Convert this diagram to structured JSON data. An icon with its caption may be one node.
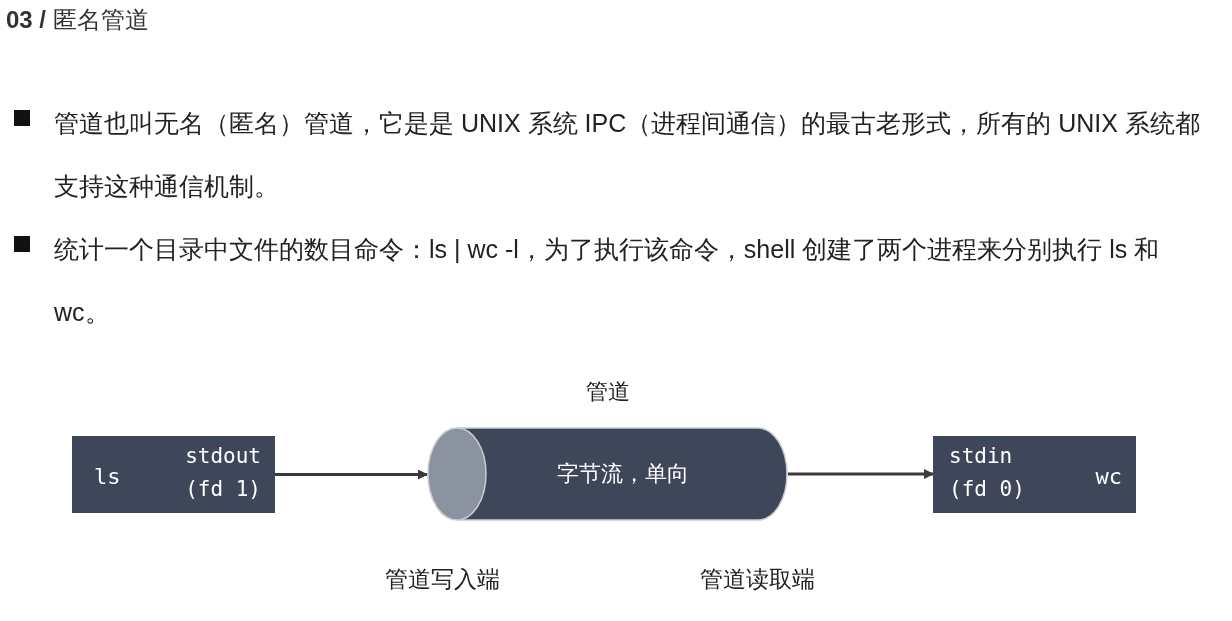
{
  "diagram": {
    "title": "**03 /** 匿名管道",
    "nodes": [
      {
        "text": [
          "ls",
          "stdout (fd 1)"
        ]
      },
      {
        "text": [
          "字节流，单向"
        ],
        "beside": [
          "管道"
        ]
      },
      {
        "text": [
          "stdin (fd 0)",
          "wc"
        ]
      }
    ],
    "edges": [
      {
        "from": 0,
        "to": 1,
        "arrow": "to"
      },
      {
        "from": 1,
        "to": 2,
        "arrow": "to"
      }
    ],
    "labels": [
      "管道也叫无名（匿名）管道，它是是 UNIX 系统 IPC（进程间通信）的最古老形式，所有的 UNIX 系统都支持这种通信机制。",
      "统计一个目录中文件的数目命令：ls | wc -l，为了执行该命令，shell 创建了两个进程来分别执行 ls 和 wc。",
      "管道写入端",
      "管道读取端"
    ]
  }
}
